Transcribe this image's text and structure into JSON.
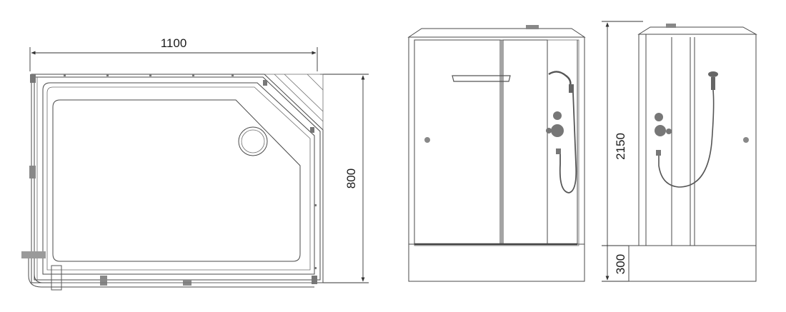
{
  "dimensions": {
    "width": "1100",
    "depth": "800",
    "height": "2150",
    "tray_height": "300"
  },
  "views": [
    {
      "name": "top-view"
    },
    {
      "name": "front-view"
    },
    {
      "name": "side-view"
    }
  ],
  "colors": {
    "line": "#4a4a4a",
    "panel": "#f4f4f4",
    "fixture": "#6a6a6a"
  }
}
